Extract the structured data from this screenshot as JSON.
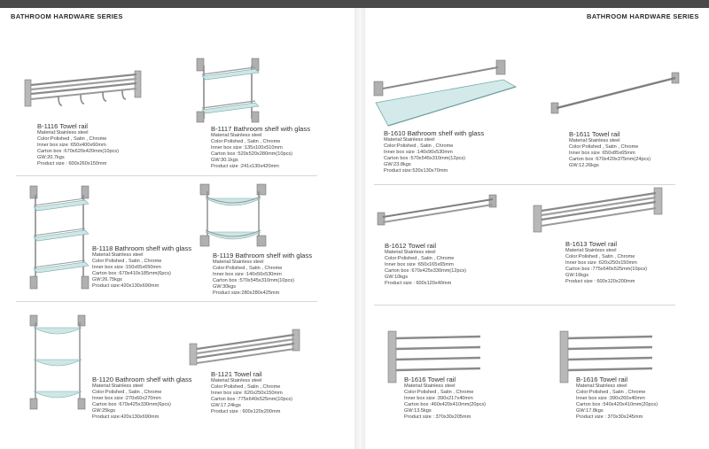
{
  "header": {
    "series_left": "BATHROOM HARDWARE SERIES",
    "series_right": "BATHROOM HARDWARE SERIES"
  },
  "products": [
    {
      "id": "b1116",
      "title": "B-1116 Towel rail",
      "material": "Material:Stainless steel",
      "color": "Color:Polished , Satin , Chrome",
      "inner": "Inner box size :650x400x60mm",
      "carton": "Carton box :670x620x420mm(10pcs)",
      "gw": "GW:20.7kgs",
      "size": "Product size :  600x260x150mm",
      "icon": "towel-rack-hooks-icon"
    },
    {
      "id": "b1117",
      "title": "B-1117 Bathroom shelf with glass",
      "material": "Material:Stainless steel",
      "color": "Color:Polished , Satin , Chrome",
      "inner": "Inner box size :135x100x510mm",
      "carton": "Carton box :520x520x280mm(10pcs)",
      "gw": "GW:30.1kgs",
      "size": "Product size :241x130x420mm",
      "icon": "double-glass-shelf-icon"
    },
    {
      "id": "b1118",
      "title": "B-1118 Bathroom shelf with glass",
      "material": "Material:Stainless steel",
      "color": "Color:Polished , Satin , Chrome",
      "inner": "Inner box size :150x65x650mm",
      "carton": "Carton box :670x410x185mm(6pcs)",
      "gw": "GW:26.75kgs",
      "size": "Product size:420x130x690mm",
      "icon": "triple-glass-shelf-icon"
    },
    {
      "id": "b1119",
      "title": "B-1119 Bathroom shelf with glass",
      "material": "Material:Stainless steel",
      "color": "Color:Polished , Satin , Chrome",
      "inner": "Inner box size :140x50x530mm",
      "carton": "Carton box :570x545x310mm(10pcs)",
      "gw": "GW:30kgs",
      "size": "Product size:280x280x425mm",
      "icon": "corner-glass-shelf-icon"
    },
    {
      "id": "b1120",
      "title": "B-1120 Bathroom shelf with glass",
      "material": "Material:Stainless steel",
      "color": "Color:Polished , Satin , Chrome",
      "inner": "Inner box size :270x60x270mm",
      "carton": "Carton box :670x425x330mm(6pcs)",
      "gw": "GW:25kgs",
      "size": "Product size:420x130x690mm",
      "icon": "triple-corner-shelf-icon"
    },
    {
      "id": "b1121",
      "title": "B-1121 Towel rail",
      "material": "Material:Stainless steel",
      "color": "Color:Polished , Satin , Chrome",
      "inner": "Inner box size :620x250x150mm",
      "carton": "Carton box :775x640x525mm(10pcs)",
      "gw": "GW:17.24kgs",
      "size": "Product size :  600x120x200mm",
      "icon": "towel-rack-icon"
    },
    {
      "id": "b1610",
      "title": "B-1610 Bathroom shelf with glass",
      "material": "Material:Stainless steel",
      "color": "Color:Polished , Satin , Chrome",
      "inner": "Inner box size :140x90x530mm",
      "carton": "Carton box :570x545x310mm(12pcs)",
      "gw": "GW:23.8kgs",
      "size": "Product size:520x130x70mm",
      "icon": "single-glass-shelf-icon"
    },
    {
      "id": "b1611",
      "title": "B-1611 Towel rail",
      "material": "Material:Stainless steel",
      "color": "Color:Polished , Satin , Chrome",
      "inner": "Inner box size :650x85x65mm",
      "carton": "Carton box :670x420x375mm(24pcs)",
      "gw": "GW:12.26kgs",
      "size": "",
      "icon": "single-towel-bar-icon"
    },
    {
      "id": "b1612",
      "title": "B-1612 Towel rail",
      "material": "Material:Stainless steel",
      "color": "Color:Polished , Satin , Chrome",
      "inner": "Inner box size :650x165x65mm",
      "carton": "Carton box :670x425x330mm(12pcs)",
      "gw": "GW:10kgs",
      "size": "Product size :  600x120x40mm",
      "icon": "double-towel-bar-icon"
    },
    {
      "id": "b1613",
      "title": "B-1613 Towel rail",
      "material": "Material:Stainless steel",
      "color": "Color:Polished , Satin , Chrome",
      "inner": "Inner box size :620x250x150mm",
      "carton": "Carton box :775x640x525mm(10pcs)",
      "gw": "GW:16kgs",
      "size": "Product size :  600x120x200mm",
      "icon": "towel-rack-icon"
    },
    {
      "id": "b1616a",
      "title": "B-1616 Towel rail",
      "material": "Material:Stainless steel",
      "color": "Color:Polished , Satin , Chrome",
      "inner": "Inner box size :390x217x40mm",
      "carton": "Carton box :460x420x410mm(20pcs)",
      "gw": "GW:13.5kgs",
      "size": "Product size :  370x30x205mm",
      "icon": "swing-arm-towel-rail-icon"
    },
    {
      "id": "b1616b",
      "title": "B-1616 Towel rail",
      "material": "Material:Stainless steel",
      "color": "Color:Polished , Satin , Chrome",
      "inner": "Inner box size :390x260x40mm",
      "carton": "Carton box :540x420x410mm(20pcs)",
      "gw": "GW:17.8kgs",
      "size": "Product size :  370x30x245mm",
      "icon": "swing-arm-towel-rail-icon"
    }
  ]
}
